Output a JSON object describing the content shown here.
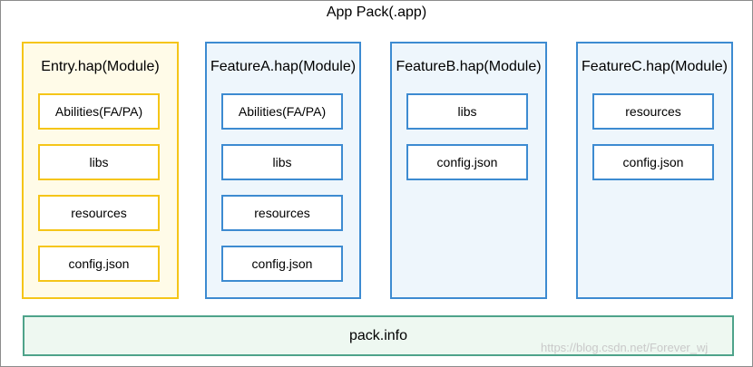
{
  "title": "App Pack(.app)",
  "modules": [
    {
      "name": "Entry.hap(Module)",
      "items": [
        "Abilities(FA/PA)",
        "libs",
        "resources",
        "config.json"
      ]
    },
    {
      "name": "FeatureA.hap(Module)",
      "items": [
        "Abilities(FA/PA)",
        "libs",
        "resources",
        "config.json"
      ]
    },
    {
      "name": "FeatureB.hap(Module)",
      "items": [
        "libs",
        "config.json"
      ]
    },
    {
      "name": "FeatureC.hap(Module)",
      "items": [
        "resources",
        "config.json"
      ]
    }
  ],
  "pack_info": "pack.info",
  "watermark": "https://blog.csdn.net/Forever_wj",
  "colors": {
    "entry_border": "#f5c518",
    "feature_border": "#3d8bd1",
    "packinfo_border": "#4ea38a"
  }
}
